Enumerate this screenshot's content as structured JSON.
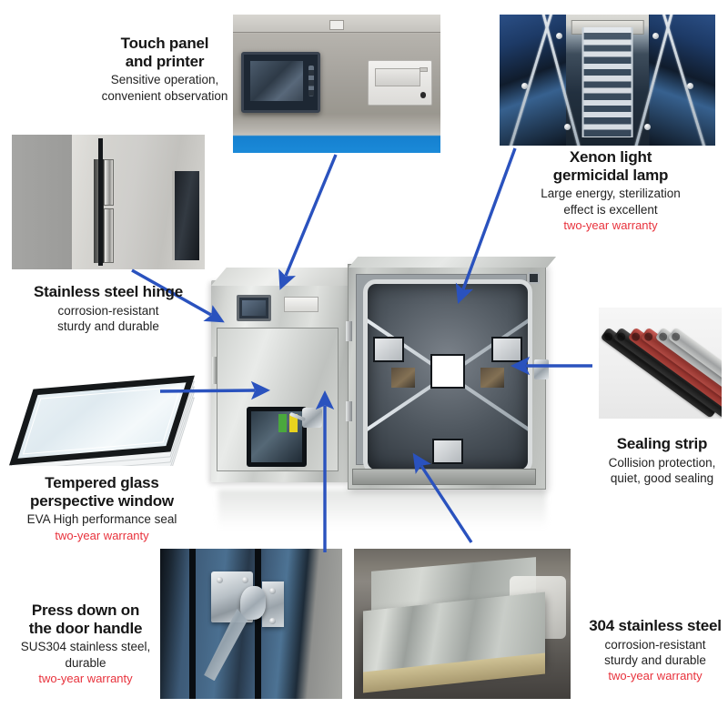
{
  "infographic": {
    "subject": "stainless steel sterilization pass-through chamber",
    "accent_color": "#2a52be",
    "warranty_color": "#e8323c",
    "text_color": "#161616"
  },
  "callouts": [
    {
      "id": "touch-panel",
      "title_lines": [
        "Touch panel",
        "and printer"
      ],
      "sub_lines": [
        "Sensitive operation,",
        "convenient observation"
      ],
      "warranty": ""
    },
    {
      "id": "xenon-lamp",
      "title_lines": [
        "Xenon light",
        "germicidal lamp"
      ],
      "sub_lines": [
        "Large energy, sterilization",
        "effect is excellent"
      ],
      "warranty": "two-year warranty"
    },
    {
      "id": "stainless-hinge",
      "title_lines": [
        "Stainless steel hinge"
      ],
      "sub_lines": [
        "corrosion-resistant",
        "sturdy and durable"
      ],
      "warranty": ""
    },
    {
      "id": "tempered-glass",
      "title_lines": [
        "Tempered glass",
        "perspective window"
      ],
      "sub_lines": [
        "EVA High performance seal"
      ],
      "warranty": "two-year warranty"
    },
    {
      "id": "door-handle",
      "title_lines": [
        "Press down on",
        "the door handle"
      ],
      "sub_lines": [
        "SUS304 stainless steel,",
        "durable"
      ],
      "warranty": "two-year warranty"
    },
    {
      "id": "sealing-strip",
      "title_lines": [
        "Sealing strip"
      ],
      "sub_lines": [
        "Collision protection,",
        "quiet, good sealing"
      ],
      "warranty": ""
    },
    {
      "id": "stainless-304",
      "title_lines": [
        "304 stainless steel"
      ],
      "sub_lines": [
        "corrosion-resistant",
        "sturdy and durable"
      ],
      "warranty": "two-year warranty"
    }
  ],
  "photos": [
    {
      "id": "touch-panel-photo",
      "caption": "control touch panel and thermal printer on equipment front"
    },
    {
      "id": "xenon-lamp-photo",
      "caption": "xenon germicidal lamp assembly inside chamber"
    },
    {
      "id": "hinge-photo",
      "caption": "stainless steel door hinge close-up"
    },
    {
      "id": "glass-photo",
      "caption": "stacked tempered glass perspective window panes"
    },
    {
      "id": "sealing-strip-photo",
      "caption": "black red and grey extruded sealing strips"
    },
    {
      "id": "handle-photo",
      "caption": "chrome press-down door handle latch"
    },
    {
      "id": "steel-sheets-photo",
      "caption": "stacked 304 stainless steel sheets on pallet"
    }
  ],
  "product": {
    "label": "stainless steel sterilization pass-through chamber",
    "parts": [
      "touch panel",
      "printer",
      "tempered glass window",
      "door handle",
      "hinge",
      "sealing strip",
      "xenon lamp chamber"
    ]
  },
  "arrows": [
    {
      "id": "arrow-touch-panel",
      "from": "touch panel callout photo",
      "to": "cabinet touch panel"
    },
    {
      "id": "arrow-xenon",
      "from": "xenon lamp photo",
      "to": "chamber interior lamp"
    },
    {
      "id": "arrow-hinge",
      "from": "hinge photo",
      "to": "cabinet door hinge"
    },
    {
      "id": "arrow-glass",
      "from": "tempered glass photo",
      "to": "cabinet window"
    },
    {
      "id": "arrow-handle",
      "from": "door handle photo",
      "to": "cabinet handle"
    },
    {
      "id": "arrow-seal",
      "from": "sealing strip photo",
      "to": "door seal edge"
    },
    {
      "id": "arrow-steel",
      "from": "steel sheet photo",
      "to": "chamber base panel"
    }
  ]
}
